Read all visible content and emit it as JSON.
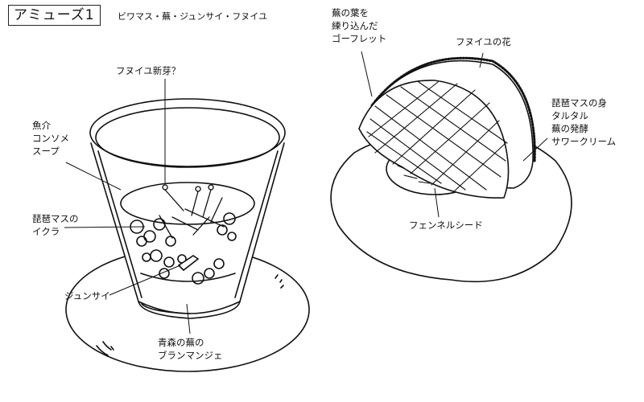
{
  "title": "アミューズ1",
  "subtitle": "ビワマス・蕪・ジュンサイ・フヌイユ",
  "glass": {
    "fennel_sprout": "フヌイユ新芽？",
    "consomme": [
      "魚介",
      "コンソメ",
      "スープ"
    ],
    "roe": [
      "琵琶マスの",
      "イクラ"
    ],
    "junsai": "ジュンサイ",
    "blancmange": [
      "青森の蕪の",
      "ブランマンジェ"
    ]
  },
  "plate": {
    "gaufrette": [
      "蕪の葉を",
      "練り込んだ",
      "ゴーフレット"
    ],
    "fennel_flower": "フヌイユの花",
    "filling": [
      "琵琶マスの身",
      "タルタル",
      "蕪の発酵",
      "サワークリーム"
    ],
    "fennel_seed": "フェンネルシード"
  },
  "colors": {
    "ink": "#111111",
    "paper": "#ffffff"
  }
}
